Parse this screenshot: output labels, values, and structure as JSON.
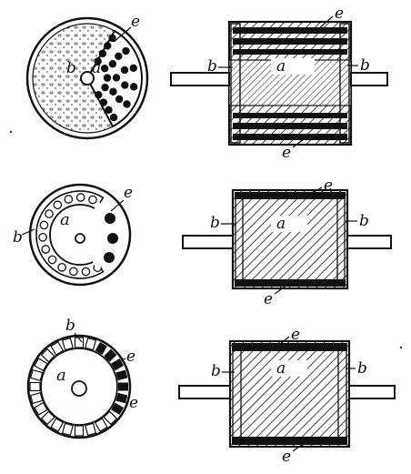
{
  "labels": {
    "a": "a",
    "b": "b",
    "e": "e"
  },
  "colors": {
    "ink": "#111111",
    "paper": "#ffffff",
    "stipple": "#555555"
  },
  "figures": [
    {
      "row": 1,
      "view": "cross-section",
      "slots": "many round slots in dense rows"
    },
    {
      "row": 1,
      "view": "side",
      "conductor_layers": 2
    },
    {
      "row": 2,
      "view": "cross-section",
      "slots": "few round slots"
    },
    {
      "row": 2,
      "view": "side",
      "conductor_layers": 1
    },
    {
      "row": 3,
      "view": "cross-section",
      "slots": "rectangular open slots"
    },
    {
      "row": 3,
      "view": "side",
      "conductor_layers": 1
    }
  ]
}
